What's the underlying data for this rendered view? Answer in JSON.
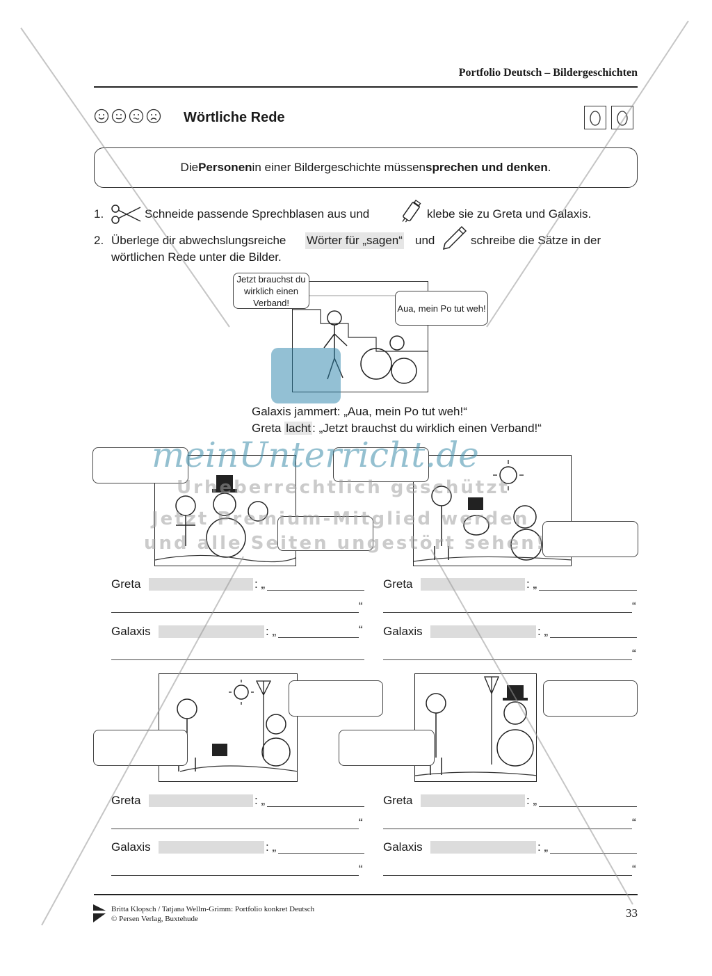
{
  "header": {
    "title": "Portfolio Deutsch – Bildergeschichten"
  },
  "section": {
    "title": "Wörtliche Rede"
  },
  "faces": [
    "smile-face-icon",
    "neutral-face-icon",
    "unsure-face-icon",
    "sad-face-icon"
  ],
  "info": {
    "pre": "Die ",
    "b1": "Personen",
    "mid": " in einer Bildergeschichte müssen ",
    "b2": "sprechen und denken",
    "post": "."
  },
  "tasks": {
    "t1_num": "1.",
    "t1_a": "Schneide passende Sprechblasen aus und",
    "t1_b": "klebe sie zu Greta und Galaxis.",
    "t2_num": "2.",
    "t2_a": "Überlege dir abwechslungsreiche",
    "t2_hl": "Wörter für „sagen“",
    "t2_b": "und",
    "t2_c": "schreibe die Sätze in der",
    "t2_d": "wörtlichen Rede unter die Bilder."
  },
  "example": {
    "bubble1": "Jetzt brauchst du wirklich einen Verband!",
    "bubble2": "Aua, mein Po tut weh!",
    "line1": "Galaxis jammert: „Aua, mein Po tut weh!“",
    "line2_pre": "Greta ",
    "line2_hl": "lacht",
    "line2_post": ": „Jetzt brauchst du wirklich einen Verband!“"
  },
  "write": {
    "greta": "Greta",
    "galaxis": "Galaxis",
    "colon": ": „",
    "close": "“"
  },
  "watermark": {
    "logo": "meinUnterricht.de",
    "l1": "Urheberrechtlich geschützt",
    "l2": "Jetzt Premium-Mitglied werden",
    "l3": "und alle Seiten ungestört sehen!"
  },
  "footer": {
    "publisher": "Persen",
    "line1": "Britta Klopsch / Tatjana Wellm-Grimm: Portfolio konkret Deutsch",
    "line2": "© Persen Verlag, Buxtehude",
    "page": "33"
  }
}
